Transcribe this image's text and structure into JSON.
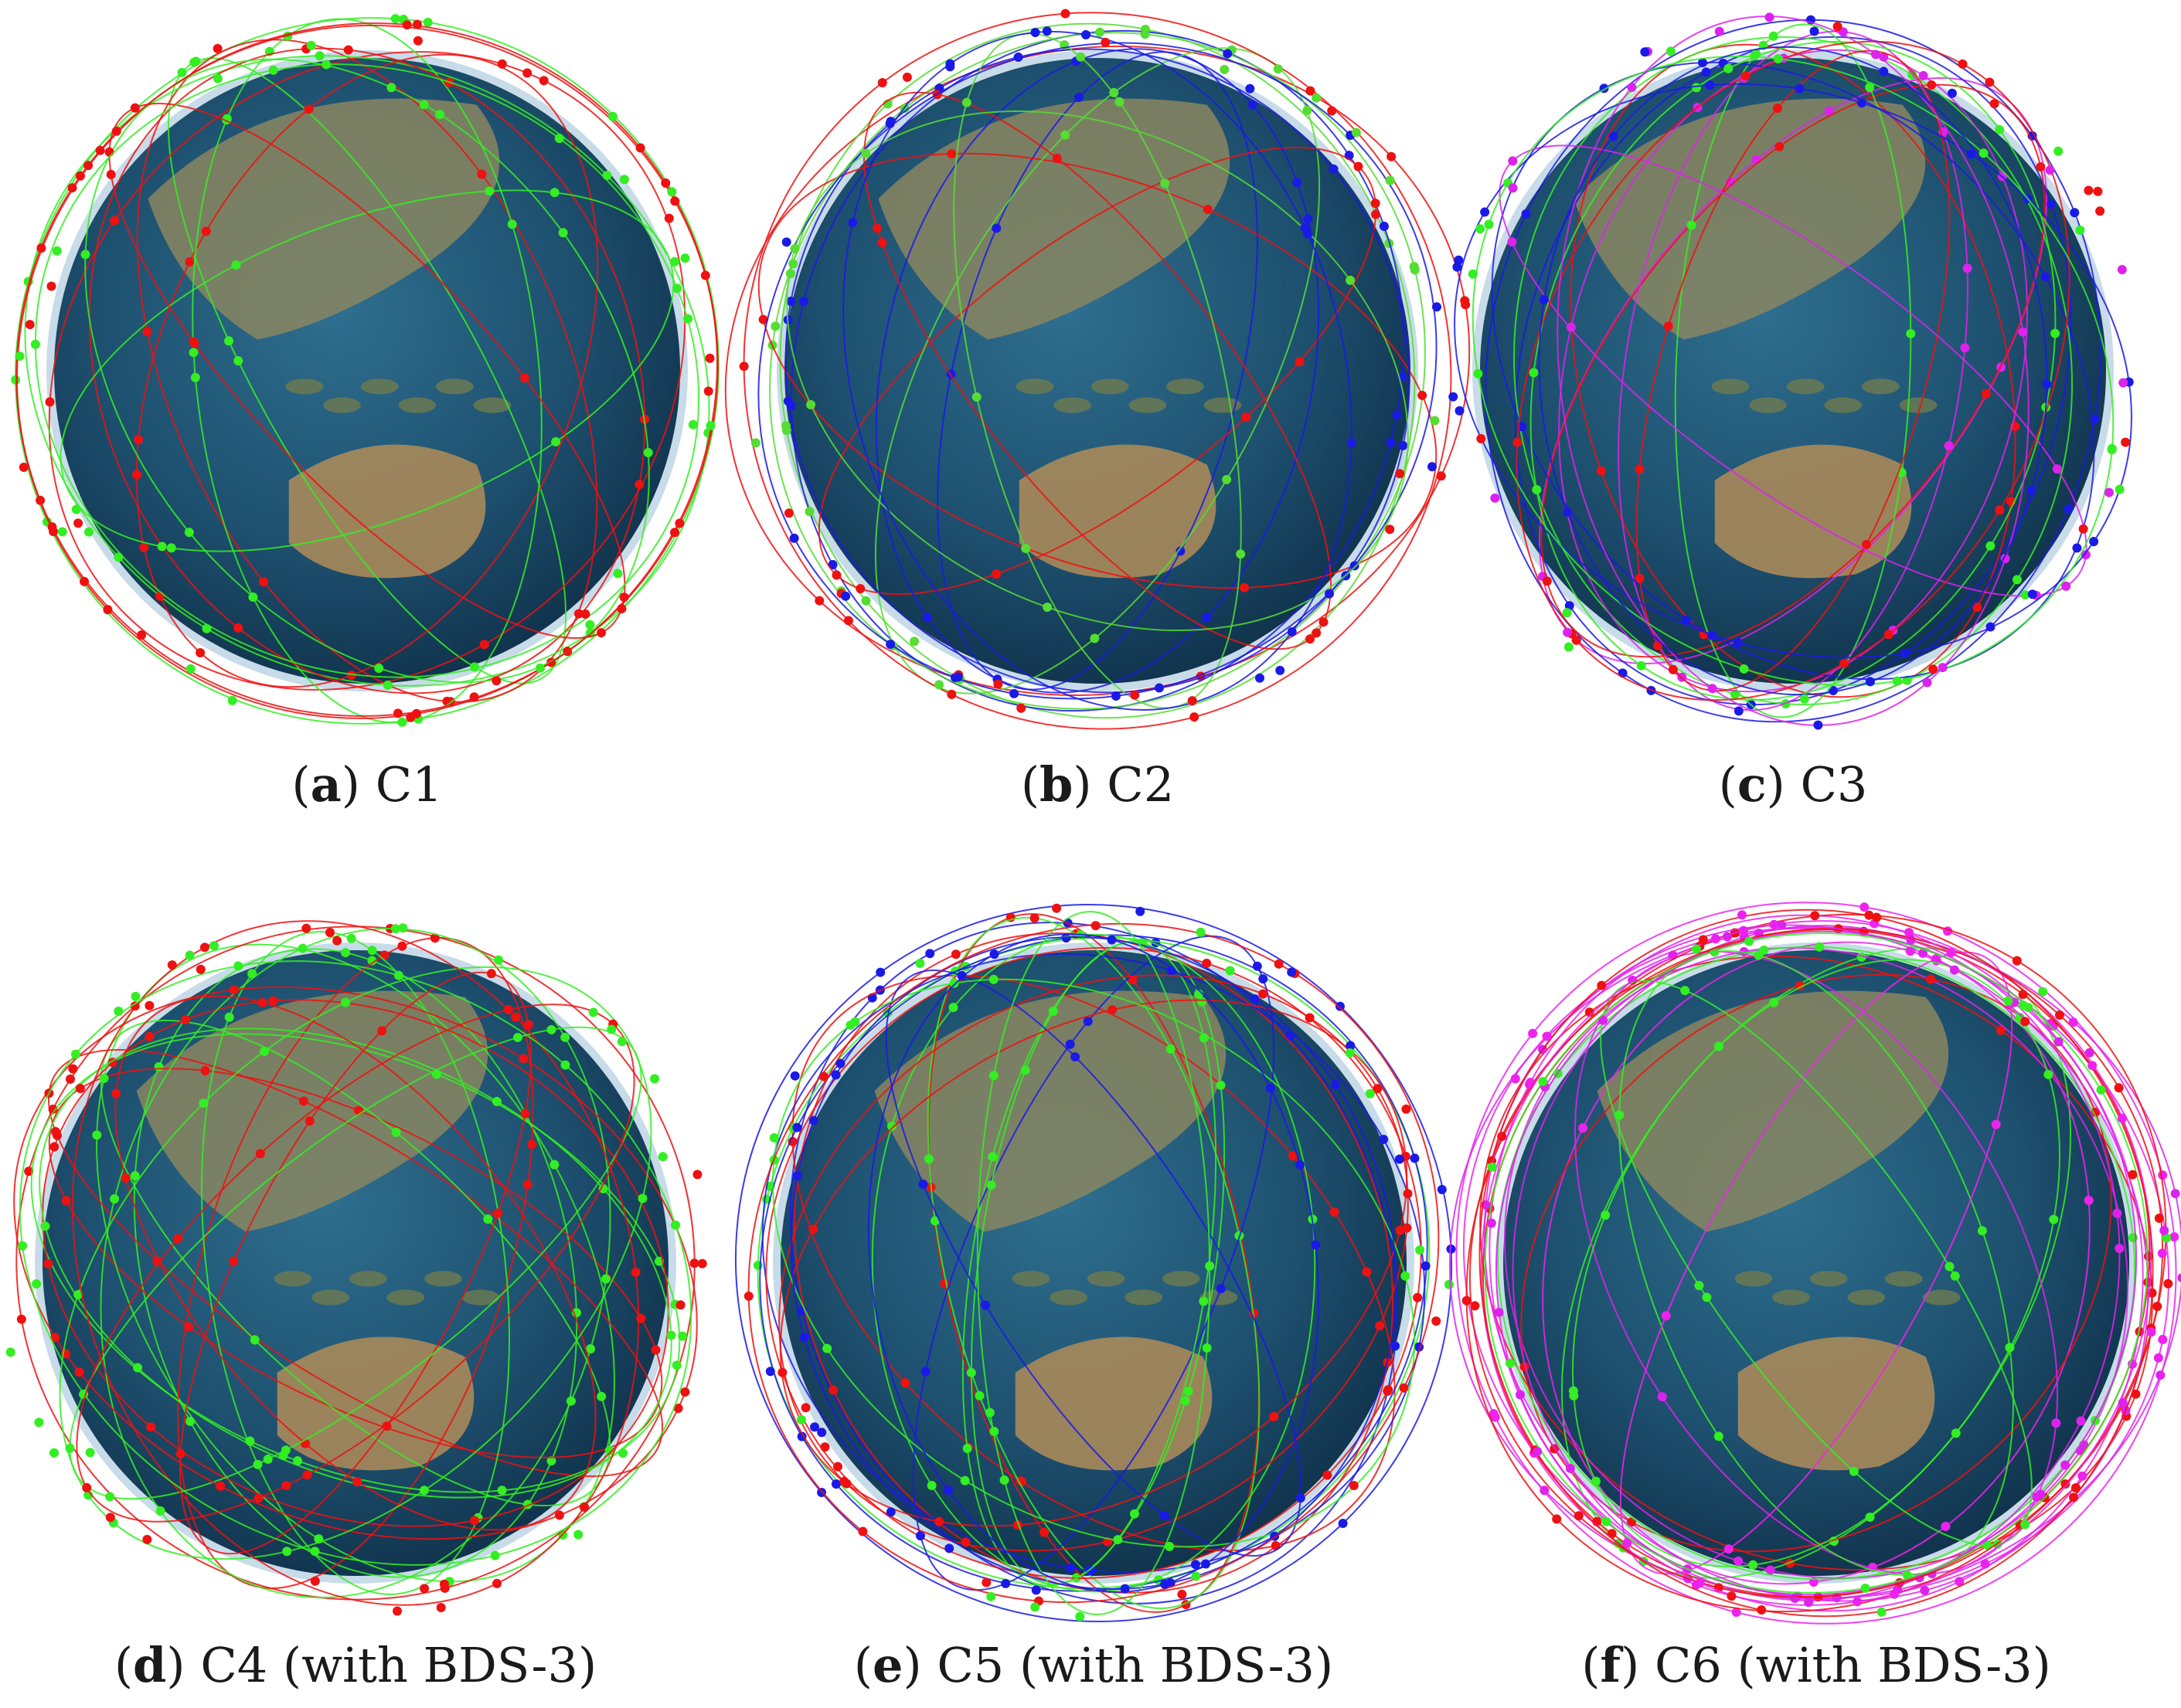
{
  "panels": [
    {
      "letter": "a",
      "label": "C1",
      "colors": [
        "#33ee22",
        "#ee1111"
      ]
    },
    {
      "letter": "b",
      "label": "C2",
      "colors": [
        "#1a1ae6",
        "#ee1111",
        "#55dd33"
      ]
    },
    {
      "letter": "c",
      "label": "C3",
      "colors": [
        "#dd22ee",
        "#1a1ae6",
        "#ee1111",
        "#33ee22"
      ]
    },
    {
      "letter": "d",
      "label": "C4 (with BDS-3)",
      "colors": [
        "#33ee22",
        "#ee1111"
      ]
    },
    {
      "letter": "e",
      "label": "C5 (with BDS-3)",
      "colors": [
        "#1a1ae6",
        "#ee1111",
        "#33ee22"
      ]
    },
    {
      "letter": "f",
      "label": "C6 (with BDS-3)",
      "colors": [
        "#ee22ee",
        "#dd22ee",
        "#ee1111",
        "#33ee22"
      ]
    }
  ]
}
